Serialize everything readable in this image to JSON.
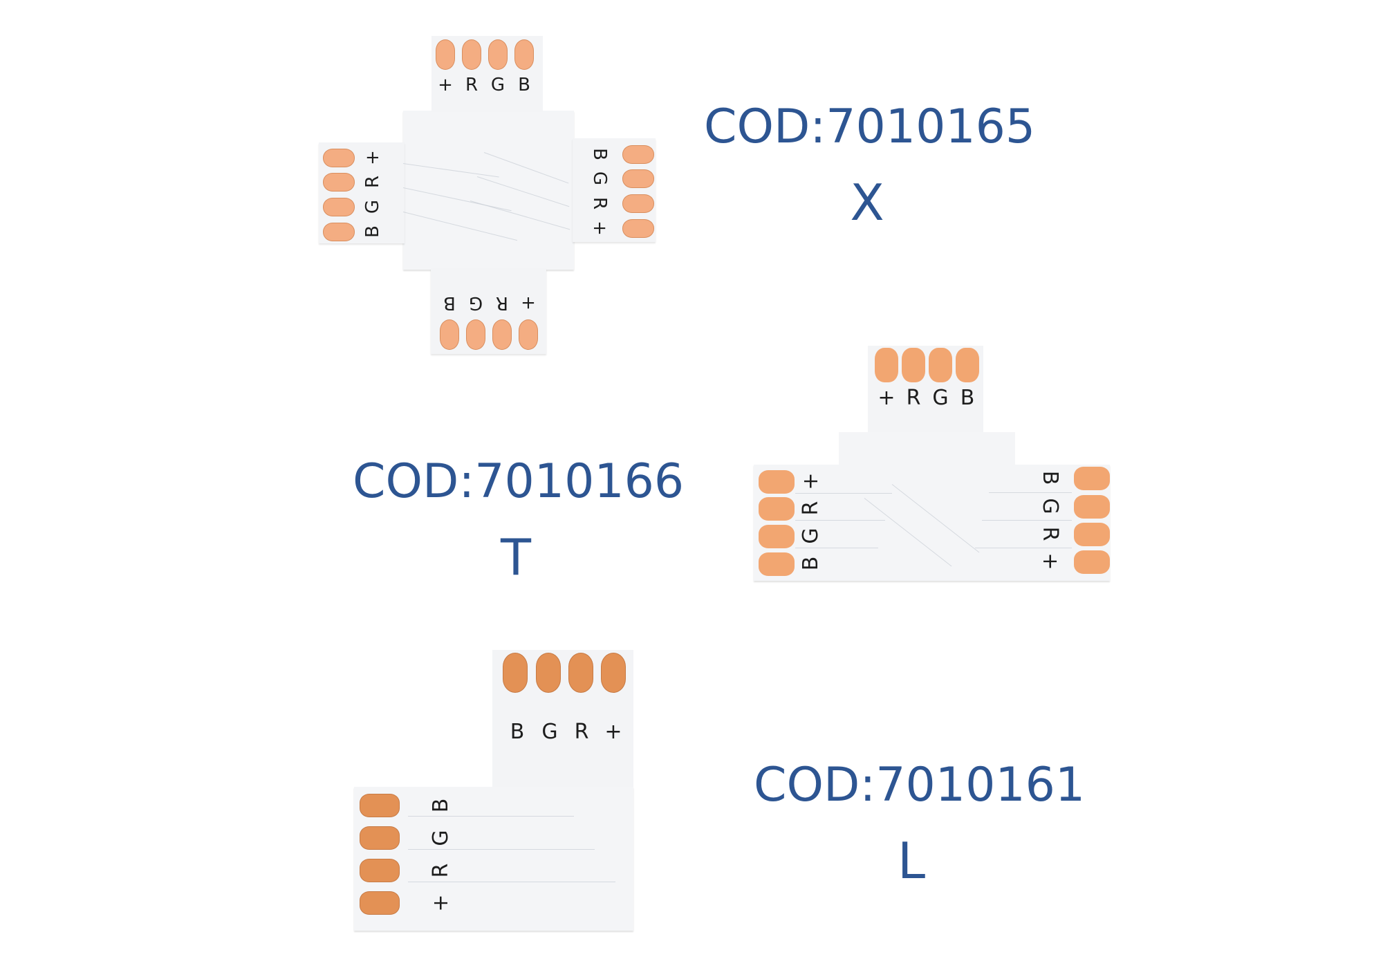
{
  "colors": {
    "text_accent": "#2d5592",
    "pad_copper": "#f4ad82",
    "board_white": "#f4f5f7"
  },
  "products": [
    {
      "code_label": "COD:7010165",
      "shape": "X",
      "connector": "x-connector",
      "arms": {
        "top": [
          "+",
          "R",
          "G",
          "B"
        ],
        "left": [
          "+",
          "R",
          "G",
          "B"
        ],
        "right": [
          "B",
          "G",
          "R",
          "+"
        ],
        "bottom": [
          "B",
          "G",
          "R",
          "+"
        ]
      }
    },
    {
      "code_label": "COD:7010166",
      "shape": "T",
      "connector": "t-connector",
      "arms": {
        "top": [
          "+",
          "R",
          "G",
          "B"
        ],
        "left": [
          "+",
          "R",
          "G",
          "B"
        ],
        "right": [
          "B",
          "G",
          "R",
          "+"
        ]
      }
    },
    {
      "code_label": "COD:7010161",
      "shape": "L",
      "connector": "l-connector",
      "arms": {
        "top": [
          "B",
          "G",
          "R",
          "+"
        ],
        "left": [
          "B",
          "G",
          "R",
          "+"
        ]
      }
    }
  ]
}
